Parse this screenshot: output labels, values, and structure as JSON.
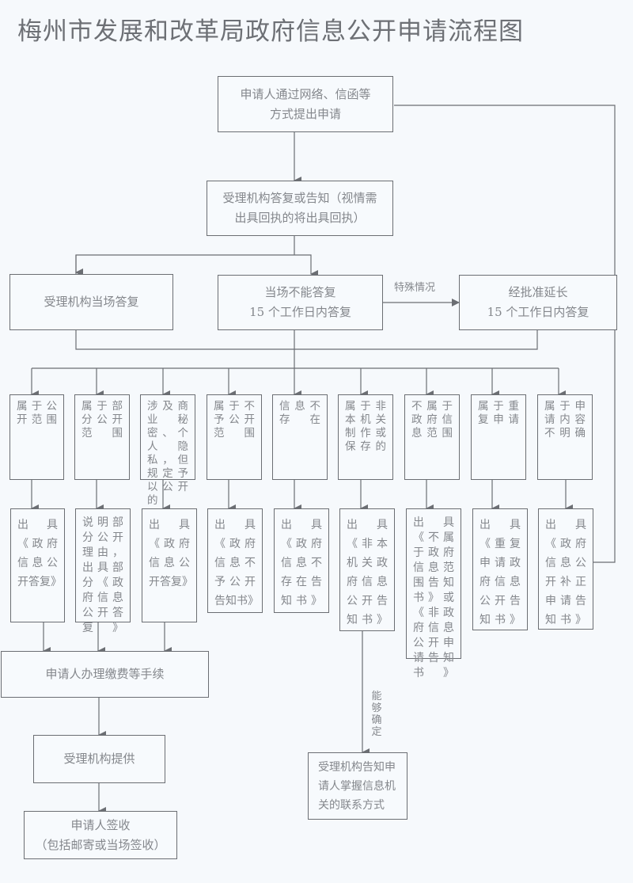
{
  "title": "梅州市发展和改革局政府信息公开申请流程图",
  "steps": {
    "submit": [
      "申请人通过网络、信函等",
      "方式提出申请"
    ],
    "acknowledge": [
      "受理机构答复或告知（视情需",
      "出具回执的将出具回执）"
    ],
    "reply_on_spot": [
      "受理机构当场答复"
    ],
    "reply_later": [
      "当场不能答复",
      "15 个工作日内答复"
    ],
    "extension": [
      "经批准延长",
      "15 个工作日内答复"
    ],
    "fees": [
      "申请人办理缴费等手续"
    ],
    "provide": [
      "受理机构提供"
    ],
    "receive": [
      "申请人签收",
      "（包括邮寄或当场签收）"
    ],
    "inform_contact": [
      "受理机构告知申",
      "请人掌握信息机",
      "关的联系方式"
    ]
  },
  "edge_labels": {
    "special_case": "特殊情况",
    "can_determine": "能够确定"
  },
  "categories": [
    {
      "condition": "属于公开范围",
      "result": "出具《政府信息公开答复》"
    },
    {
      "condition": "属于部分公开范围",
      "result": "说明部分公开理由，出具部分《政府信息公开答复》"
    },
    {
      "condition": "涉及商业秘密、个人隐私，但规定予以公开的",
      "result": "出具《政府信息公开答复》"
    },
    {
      "condition": "属于不予公开范围",
      "result": "出具《政府信息不予公开告知书》"
    },
    {
      "condition": "信息不存在",
      "result": "出具《政府信息不存在告知书》"
    },
    {
      "condition": "属于非本机关制作或保存的",
      "result": "出具《非本机关政府信息公开告知书》"
    },
    {
      "condition": "不属于政府信息范围",
      "result": "出具《不属于政府信息范围告知书》或《非政府信息公开申请告知书》"
    },
    {
      "condition": "属于重复申请",
      "result": "出具《重复申请政府信息公开告知书》"
    },
    {
      "condition": "属于申请内容不明确",
      "result": "出具《政府信息公开补正申请告知书》"
    }
  ],
  "colors": {
    "line": "#6b6e73",
    "text": "#84878c",
    "background": "#f6f9fc"
  }
}
